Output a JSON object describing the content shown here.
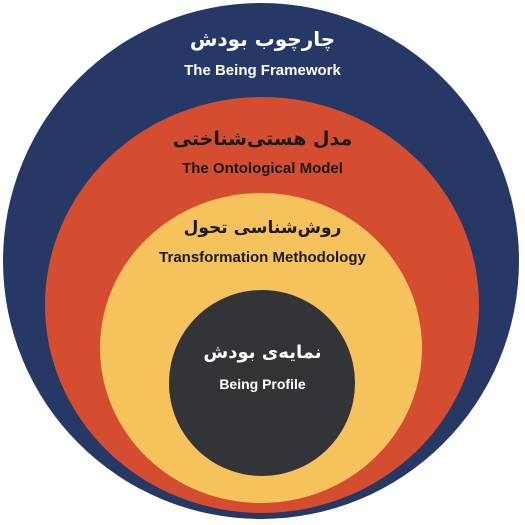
{
  "diagram": {
    "layers": [
      {
        "key": "outer",
        "label_fa": "چارچوب بودش",
        "label_en": "The Being Framework",
        "color": "#263866",
        "text_color": "#ffffff"
      },
      {
        "key": "second",
        "label_fa": "مدل هستی‌شناختی",
        "label_en": "The Ontological Model",
        "color": "#d54d31",
        "text_color": "#1b1b1b"
      },
      {
        "key": "third",
        "label_fa": "روش‌شناسی تحول",
        "label_en": "Transformation Methodology",
        "color": "#f6c25b",
        "text_color": "#1b1b1b"
      },
      {
        "key": "core",
        "label_fa": "نمایه‌ی بودش",
        "label_en": "Being Profile",
        "color": "#333438",
        "text_color": "#ffffff"
      }
    ]
  }
}
